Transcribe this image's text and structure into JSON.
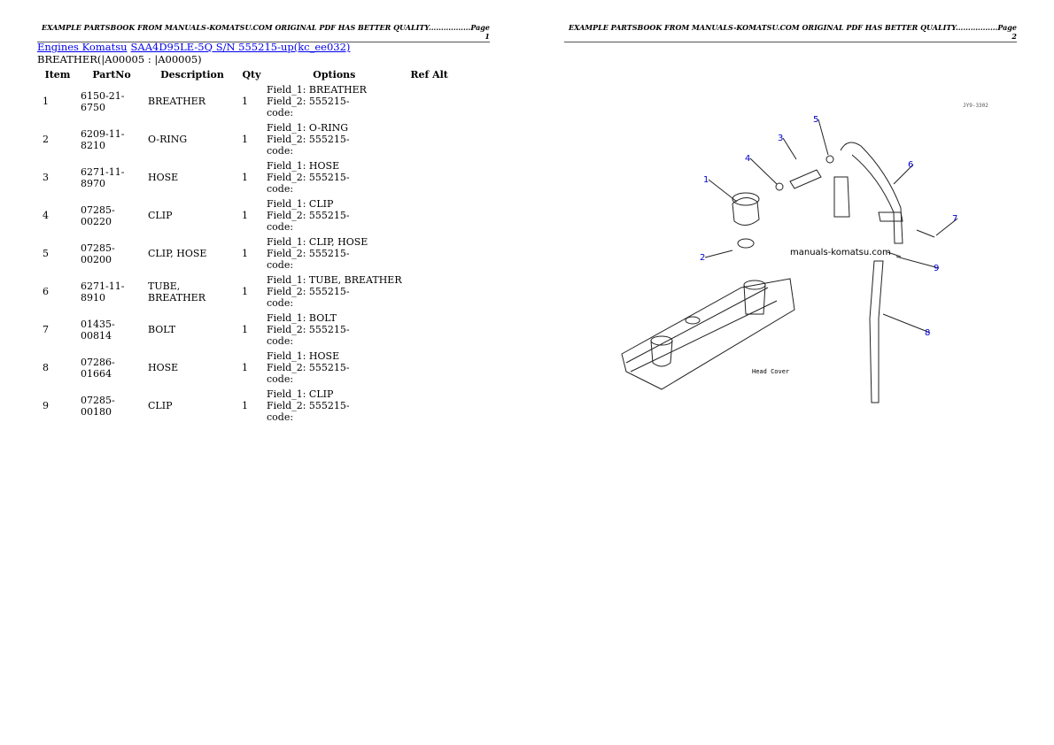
{
  "header_left": "EXAMPLE PARTSBOOK FROM MANUALS-KOMATSU.COM ORIGINAL PDF HAS BETTER QUALITY.................Page 1",
  "header_right": "EXAMPLE PARTSBOOK FROM MANUALS-KOMATSU.COM ORIGINAL PDF HAS BETTER QUALITY.................Page 2",
  "breadcrumb": [
    "Engines Komatsu",
    "SAA4D95LE-5Q S/N 555215-up(kc_ee032)"
  ],
  "subtitle": "BREATHER(|A00005 : |A00005)",
  "columns": [
    "Item",
    "PartNo",
    "Description",
    "Qty",
    "Options",
    "Ref Alt"
  ],
  "rows": [
    {
      "item": "1",
      "partno": "6150-21-6750",
      "desc": "BREATHER",
      "qty": "1",
      "f1": "Field_1: BREATHER",
      "f2": "Field_2: 555215-",
      "f3": "code:"
    },
    {
      "item": "2",
      "partno": "6209-11-8210",
      "desc": "O-RING",
      "qty": "1",
      "f1": "Field_1: O-RING",
      "f2": "Field_2: 555215-",
      "f3": "code:"
    },
    {
      "item": "3",
      "partno": "6271-11-8970",
      "desc": "HOSE",
      "qty": "1",
      "f1": "Field_1: HOSE",
      "f2": "Field_2: 555215-",
      "f3": "code:"
    },
    {
      "item": "4",
      "partno": "07285-00220",
      "desc": "CLIP",
      "qty": "1",
      "f1": "Field_1: CLIP",
      "f2": "Field_2: 555215-",
      "f3": "code:"
    },
    {
      "item": "5",
      "partno": "07285-00200",
      "desc": "CLIP, HOSE",
      "qty": "1",
      "f1": "Field_1: CLIP, HOSE",
      "f2": "Field_2: 555215-",
      "f3": "code:"
    },
    {
      "item": "6",
      "partno": "6271-11-8910",
      "desc": "TUBE, BREATHER",
      "qty": "1",
      "f1": "Field_1: TUBE, BREATHER",
      "f2": "Field_2: 555215-",
      "f3": "code:"
    },
    {
      "item": "7",
      "partno": "01435-00814",
      "desc": "BOLT",
      "qty": "1",
      "f1": "Field_1: BOLT",
      "f2": "Field_2: 555215-",
      "f3": "code:"
    },
    {
      "item": "8",
      "partno": "07286-01664",
      "desc": "HOSE",
      "qty": "1",
      "f1": "Field_1: HOSE",
      "f2": "Field_2: 555215-",
      "f3": "code:"
    },
    {
      "item": "9",
      "partno": "07285-00180",
      "desc": "CLIP",
      "qty": "1",
      "f1": "Field_1: CLIP",
      "f2": "Field_2: 555215-",
      "f3": "code:"
    }
  ],
  "diagram": {
    "watermark": "manuals-komatsu.com",
    "code": "JY9-3302",
    "caption": "Head Cover",
    "labels": [
      "1",
      "2",
      "3",
      "4",
      "5",
      "6",
      "7",
      "8",
      "9"
    ]
  }
}
